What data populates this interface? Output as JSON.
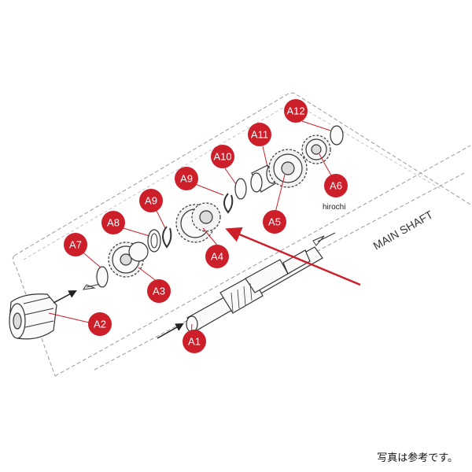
{
  "diagram": {
    "shaft_label": "MAIN SHAFT",
    "watermark": "hirochi",
    "note": "写真は参考です。",
    "colors": {
      "badge": "#cc1f2a",
      "arrow": "#cc1f2a",
      "outline": "#333333",
      "border": "#9a9a9a"
    },
    "callouts": [
      {
        "id": "A1",
        "label": "A1"
      },
      {
        "id": "A2",
        "label": "A2"
      },
      {
        "id": "A3",
        "label": "A3"
      },
      {
        "id": "A4",
        "label": "A4"
      },
      {
        "id": "A5",
        "label": "A5"
      },
      {
        "id": "A6",
        "label": "A6"
      },
      {
        "id": "A7",
        "label": "A7"
      },
      {
        "id": "A8",
        "label": "A8"
      },
      {
        "id": "A9a",
        "label": "A9"
      },
      {
        "id": "A9b",
        "label": "A9"
      },
      {
        "id": "A10",
        "label": "A10"
      },
      {
        "id": "A11",
        "label": "A11"
      },
      {
        "id": "A12",
        "label": "A12"
      }
    ]
  }
}
